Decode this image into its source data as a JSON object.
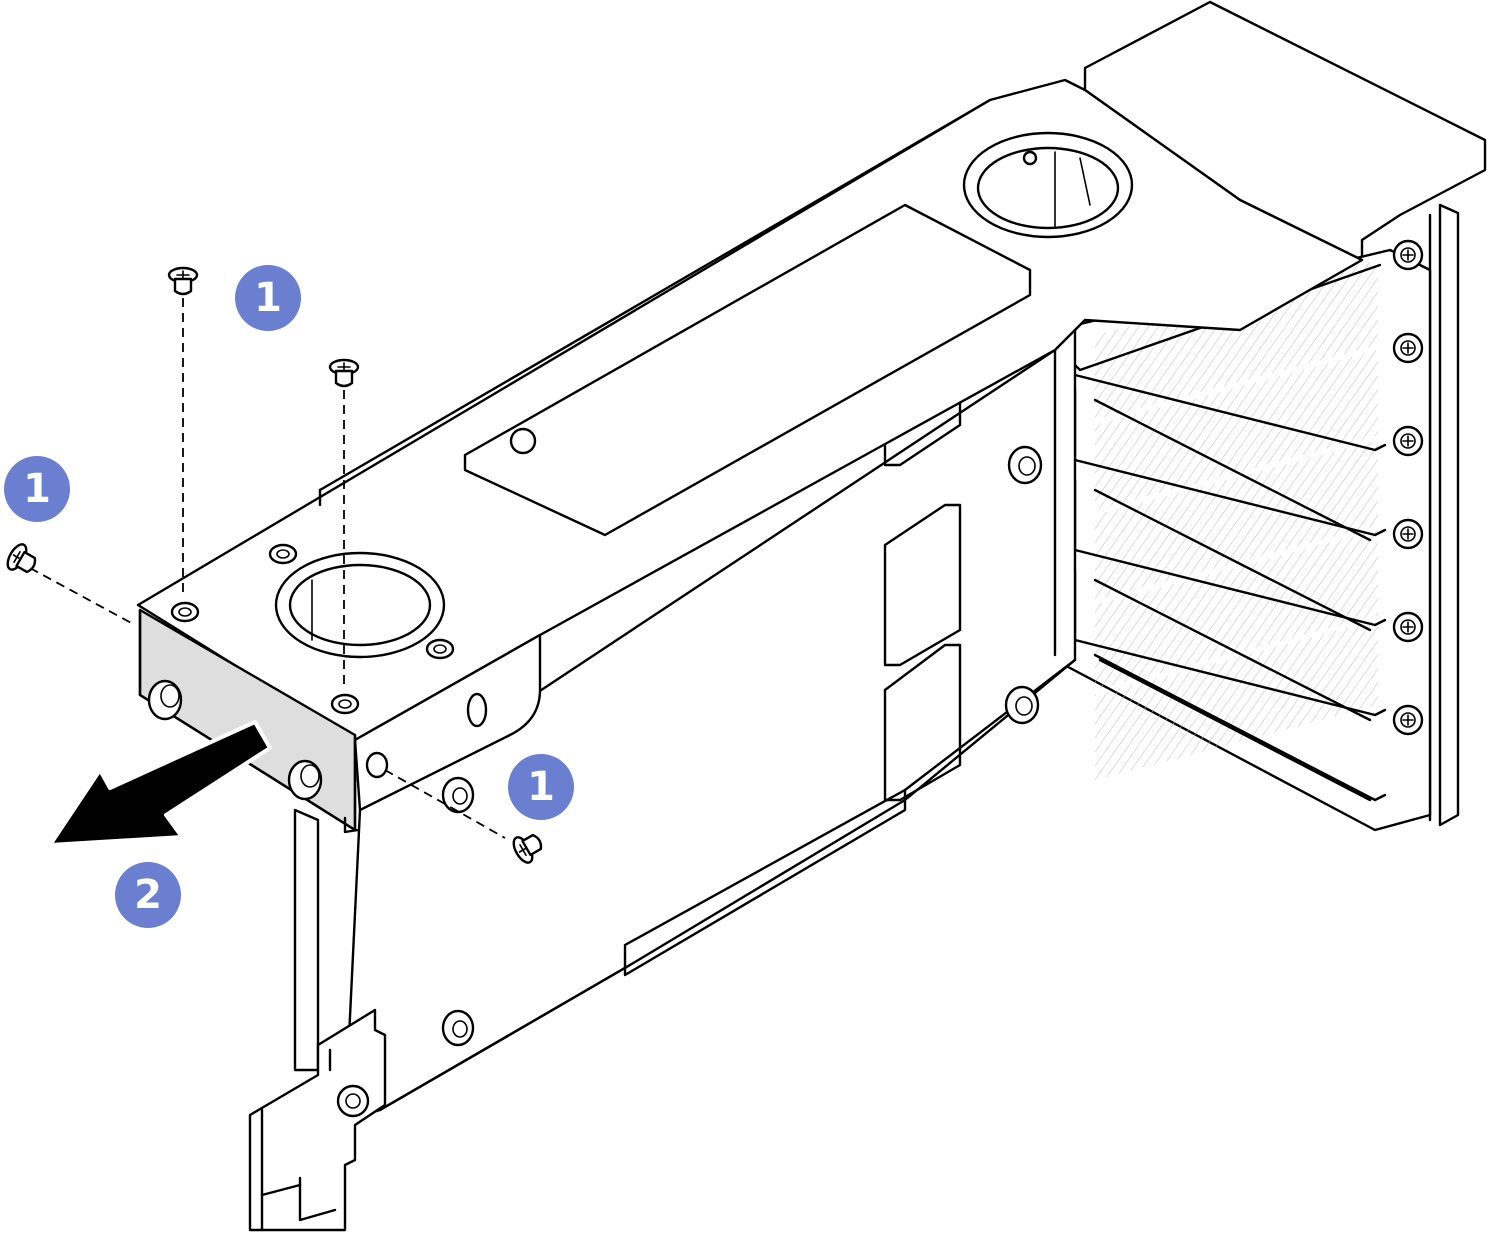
{
  "figure": {
    "background": "#ffffff",
    "line_color": "#000000",
    "callout_color": "#6b7fd1",
    "callout_text_color": "#ffffff"
  },
  "callouts": [
    {
      "label": "1",
      "step": "remove-screws-top-left"
    },
    {
      "label": "1",
      "step": "remove-screw-side-left"
    },
    {
      "label": "1",
      "step": "remove-screw-side-right"
    },
    {
      "label": "2",
      "step": "slide-out-bracket"
    }
  ],
  "icons": {
    "screw": "screw-icon",
    "arrow": "arrow-left-icon"
  }
}
